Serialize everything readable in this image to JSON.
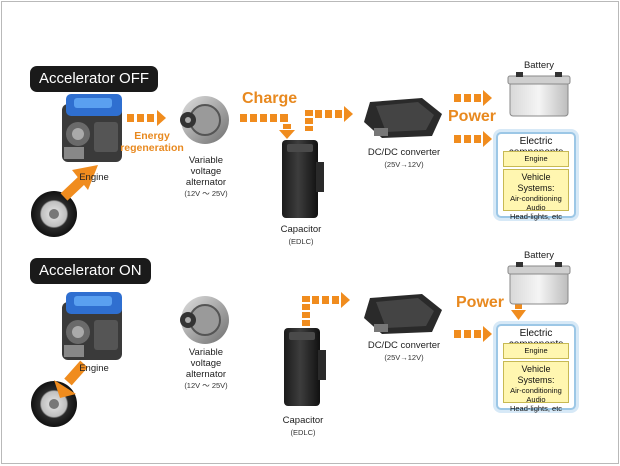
{
  "sections": {
    "off": {
      "label": "Accelerator OFF",
      "engine": "Engine",
      "energy_regen": [
        "Energy",
        "regeneration"
      ],
      "alternator": [
        "Variable",
        "voltage",
        "alternator"
      ],
      "alt_range": "(12V ～ 25V)",
      "charge": "Charge",
      "capacitor": "Capacitor",
      "capacitor_type": "(EDLC)",
      "converter": "DC/DC converter",
      "converter_range": "(25V→12V)",
      "power": "Power",
      "battery": "Battery",
      "ec": {
        "title": "Electric components",
        "engine_components": "Engine Components",
        "vehicle_title": "Vehicle Systems:",
        "vehicle_items": [
          "Air-conditioning",
          "Audio",
          "Head-lights, etc"
        ]
      }
    },
    "on": {
      "label": "Accelerator ON",
      "engine": "Engine",
      "alternator": [
        "Variable",
        "voltage",
        "alternator"
      ],
      "alt_range": "(12V ～ 25V)",
      "capacitor": "Capacitor",
      "capacitor_type": "(EDLC)",
      "converter": "DC/DC converter",
      "converter_range": "(25V→12V)",
      "power": "Power",
      "battery": "Battery",
      "ec": {
        "title": "Electric components",
        "engine_components": "Engine Components",
        "vehicle_title": "Vehicle Systems:",
        "vehicle_items": [
          "Air-conditioning",
          "Audio",
          "Head-lights, etc"
        ]
      }
    }
  },
  "colors": {
    "accent_orange": "#e8891f",
    "arrow_orange": "#f08c1e",
    "label_bg": "#1a1a1a",
    "box_border": "#9cc7e6",
    "box_fill": "#fff6b0"
  }
}
